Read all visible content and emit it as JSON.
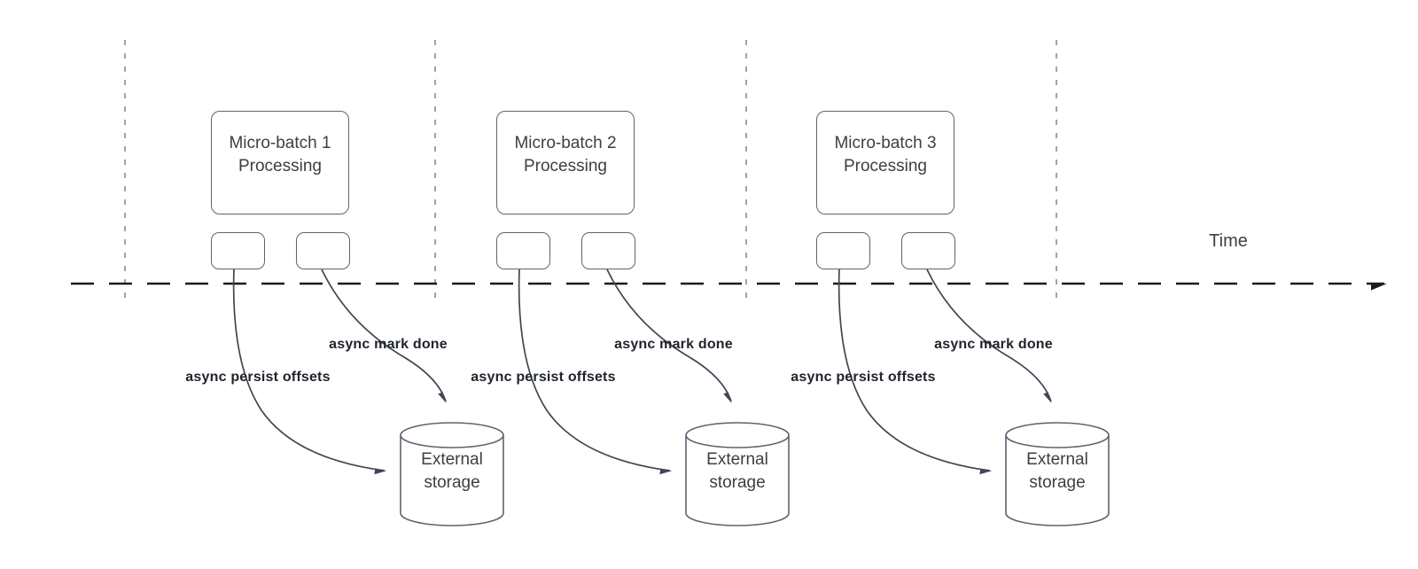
{
  "diagram": {
    "timeline": {
      "label": "Time"
    },
    "batches": [
      {
        "title_line1": "Micro-batch 1",
        "title_line2": "Processing",
        "persist_label": "async persist offsets",
        "done_label": "async mark done",
        "storage_line1": "External",
        "storage_line2": "storage"
      },
      {
        "title_line1": "Micro-batch 2",
        "title_line2": "Processing",
        "persist_label": "async persist offsets",
        "done_label": "async mark done",
        "storage_line1": "External",
        "storage_line2": "storage"
      },
      {
        "title_line1": "Micro-batch 3",
        "title_line2": "Processing",
        "persist_label": "async persist offsets",
        "done_label": "async mark done",
        "storage_line1": "External",
        "storage_line2": "storage"
      }
    ],
    "colors": {
      "background": "#ffffff",
      "box_border": "#5d6470",
      "box_text": "#3b4045",
      "bold_label_text": "#20242d",
      "connector_line": "#3f4654",
      "timeline_line": "#1b1b1b",
      "gridline": "#9da3aa"
    }
  }
}
